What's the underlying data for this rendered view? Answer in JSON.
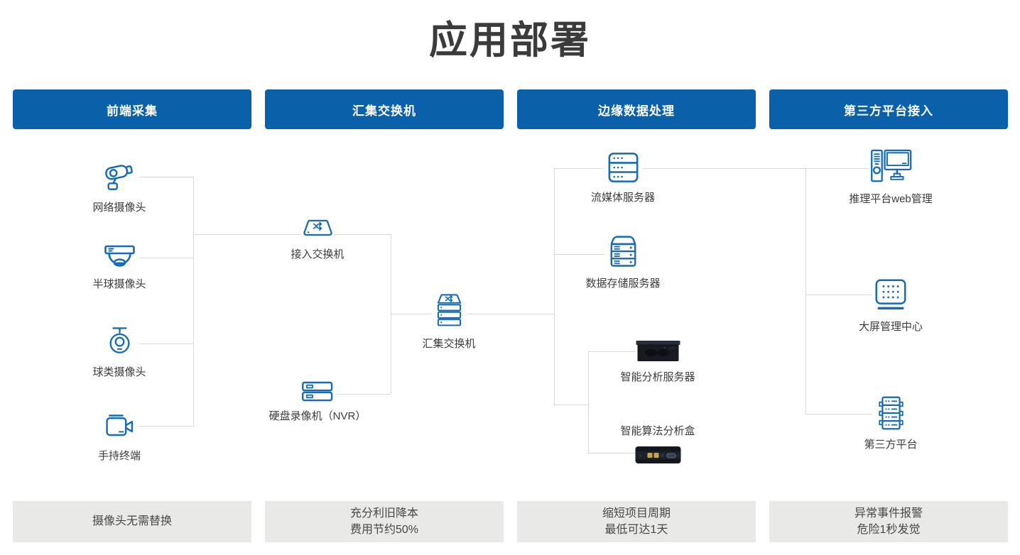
{
  "title": "应用部署",
  "colors": {
    "header_blue": "#0b61a9",
    "icon_blue": "#176bb4",
    "connector_gray": "#d8d8d8",
    "footer_gray": "#e9e9e7"
  },
  "columns": [
    {
      "header": "前端采集",
      "footer_line1": "摄像头无需替换",
      "footer_line2": ""
    },
    {
      "header": "汇集交换机",
      "footer_line1": "充分利旧降本",
      "footer_line2": "费用节约50%"
    },
    {
      "header": "边缘数据处理",
      "footer_line1": "缩短项目周期",
      "footer_line2": "最低可达1天"
    },
    {
      "header": "第三方平台接入",
      "footer_line1": "异常事件报警",
      "footer_line2": "危险1秒发觉"
    }
  ],
  "nodes": {
    "network_camera": {
      "label": "网络摄像头",
      "icon": "bullet-camera-icon"
    },
    "dome_camera": {
      "label": "半球摄像头",
      "icon": "dome-camera-icon"
    },
    "ptz_camera": {
      "label": "球类摄像头",
      "icon": "ptz-camera-icon"
    },
    "handheld_terminal": {
      "label": "手持终端",
      "icon": "video-camera-icon"
    },
    "access_switch": {
      "label": "接入交换机",
      "icon": "switch-icon"
    },
    "nvr": {
      "label": "硬盘录像机（NVR）",
      "icon": "nvr-icon"
    },
    "aggregation_switch": {
      "label": "汇集交换机",
      "icon": "stacked-switch-icon"
    },
    "streaming_server": {
      "label": "流媒体服务器",
      "icon": "server-rack-icon"
    },
    "storage_server": {
      "label": "数据存储服务器",
      "icon": "storage-server-icon"
    },
    "analysis_server": {
      "label": "智能分析服务器",
      "icon": "rack-server-photo"
    },
    "analysis_box": {
      "label": "智能算法分析盒",
      "icon": "edge-box-photo"
    },
    "web_management": {
      "label": "推理平台web管理",
      "icon": "desktop-computer-icon"
    },
    "big_screen": {
      "label": "大屏管理中心",
      "icon": "led-screen-icon"
    },
    "third_party": {
      "label": "第三方平台",
      "icon": "server-cluster-icon"
    }
  }
}
